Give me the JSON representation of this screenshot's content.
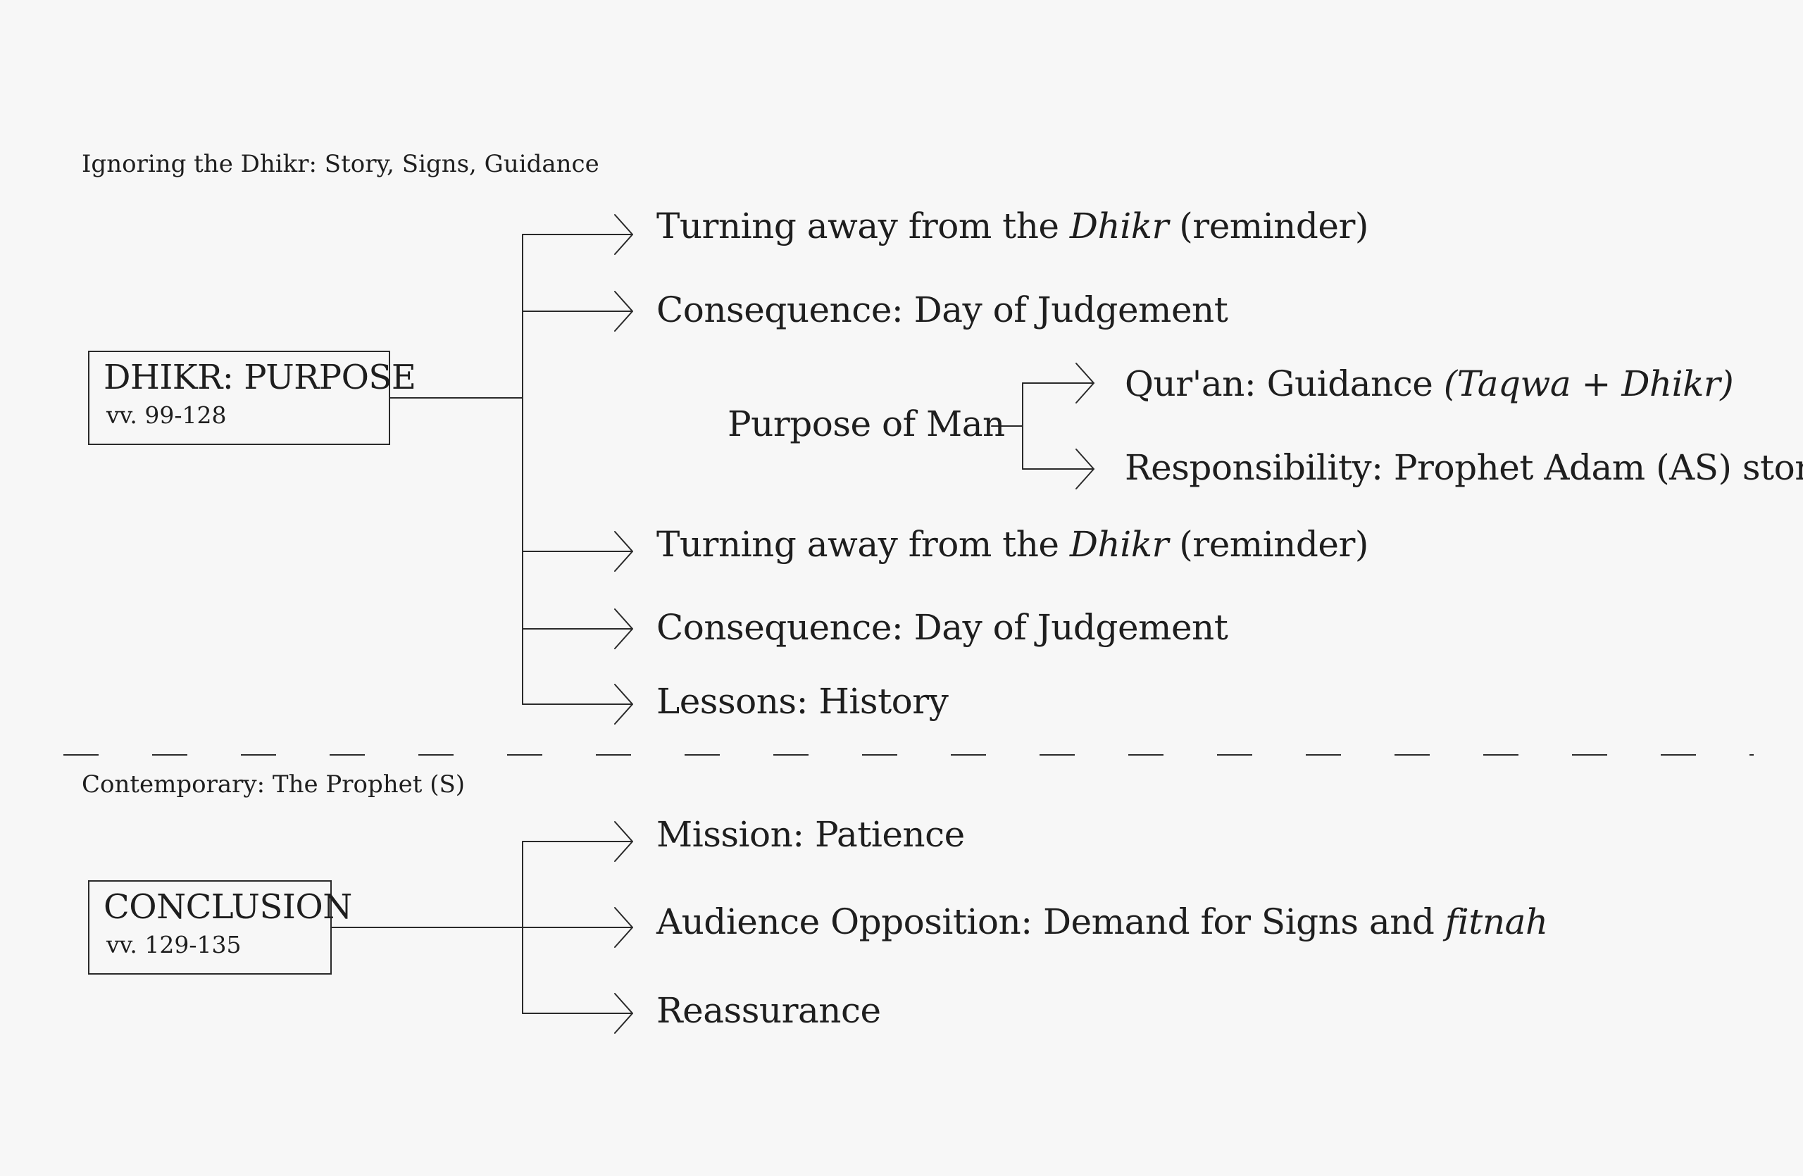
{
  "colors": {
    "background": "#f7f7f7",
    "ink": "#1e1e1e"
  },
  "section1": {
    "label": "Ignoring the Dhikr: Story, Signs, Guidance",
    "node": {
      "title": "DHIKR: PURPOSE",
      "verses": "vv. 99-128"
    },
    "items": {
      "item1_pre": "Turning away from the ",
      "item1_em": "Dhikr",
      "item1_post": "  (reminder)",
      "item2": "Consequence: Day of Judgement",
      "sub_label": "Purpose of Man",
      "sub1_pre": "Qur'an: Guidance ",
      "sub1_em": "(Taqwa + Dhikr)",
      "sub2": "Responsibility: Prophet Adam (AS) story",
      "item3_pre": "Turning away from the ",
      "item3_em": "Dhikr",
      "item3_post": "  (reminder)",
      "item4": "Consequence: Day of Judgement",
      "item5": "Lessons: History"
    }
  },
  "section2": {
    "label": "Contemporary: The Prophet (S)",
    "node": {
      "title": "CONCLUSION",
      "verses": "vv. 129-135"
    },
    "items": {
      "item1": "Mission: Patience",
      "item2_pre": "Audience Opposition: Demand for Signs and ",
      "item2_em": "fitnah",
      "item3": "Reassurance"
    }
  }
}
